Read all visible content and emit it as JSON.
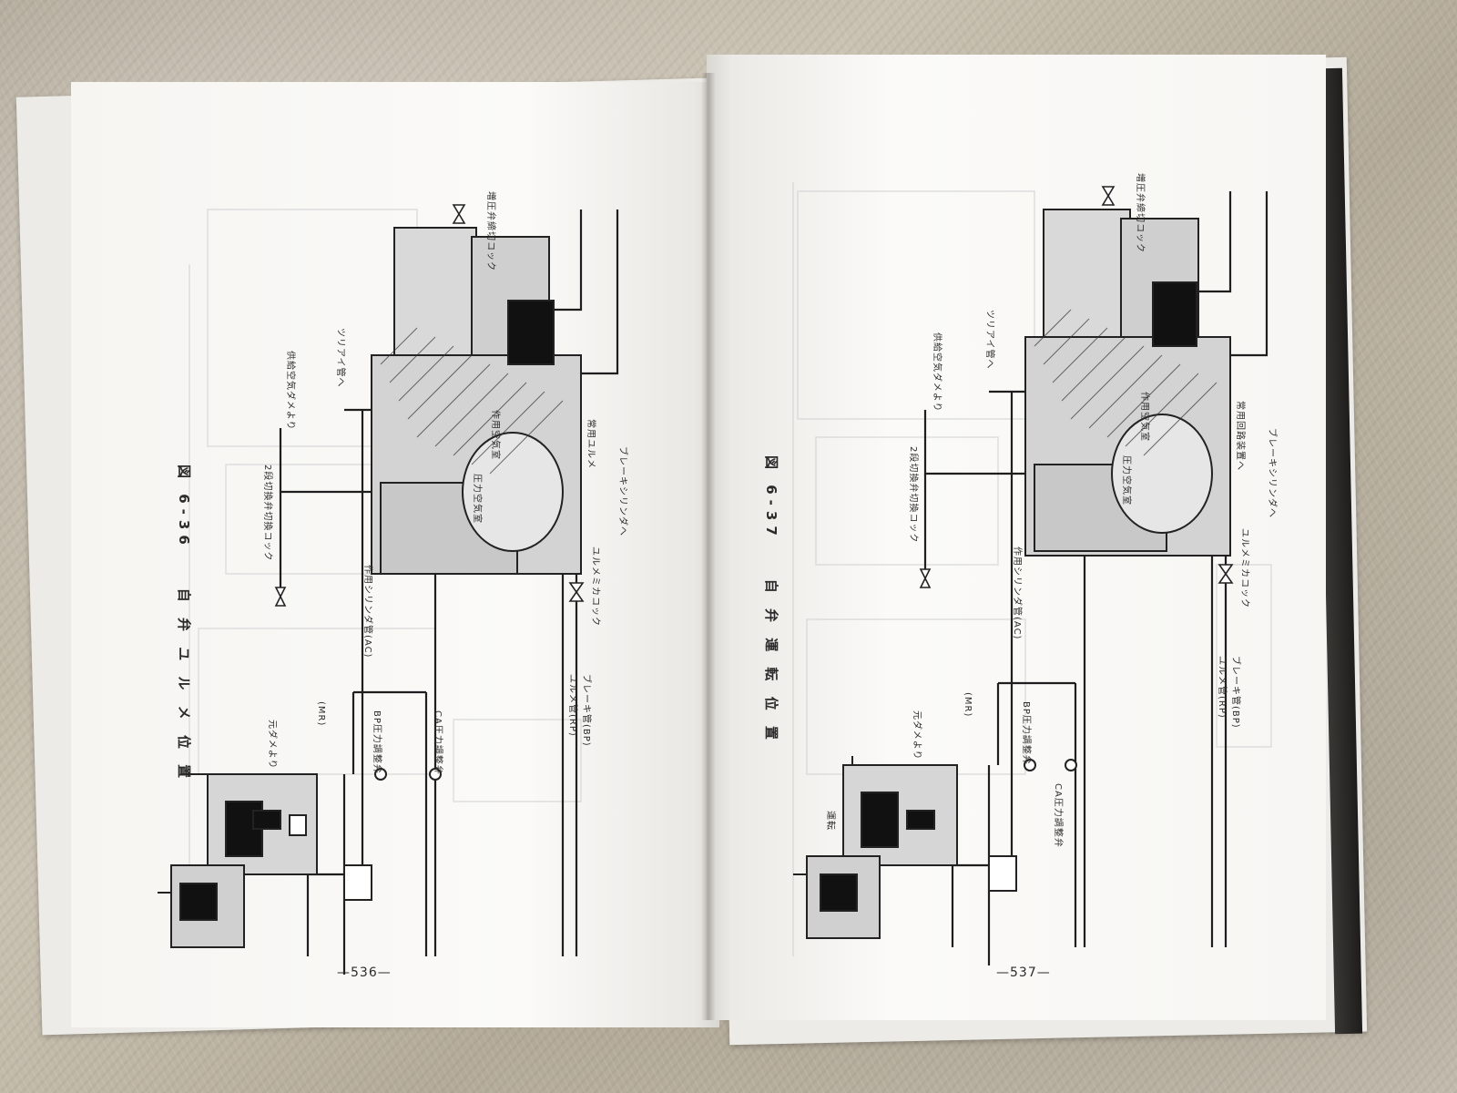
{
  "left_page": {
    "figure_title": "図 6-36　　自 弁 ユ ル メ 位 置",
    "page_number": "—536—",
    "labels": [
      "増圧弁締切コック",
      "ツリアイ管へ",
      "供給空気ダメより",
      "常用ユルメ",
      "2段切換弁切換コック",
      "作用シリンダ管(AC)",
      "ブレーキシリンダへ",
      "ユルメミカコック",
      "ブレーキ管(BP)",
      "ユルメ管(RP)",
      "元ダメより",
      "(MR)",
      "BP圧力調整弁",
      "CA圧力調整弁",
      "圧力空気室",
      "作用空気室"
    ]
  },
  "right_page": {
    "figure_title": "図 6-37　　自 弁 運 転 位 置",
    "page_number": "—537—",
    "labels": [
      "増圧弁締切コック",
      "ツリアイ管へ",
      "供給空気ダメより",
      "常用回路装置へ",
      "2段切換弁切換コック",
      "作用シリンダ管(AC)",
      "ブレーキシリンダへ",
      "ユルメミカコック",
      "ブレーキ管(BP)",
      "ユルメ管(RP)",
      "元ダメより",
      "(MR)",
      "BP圧力調整弁",
      "CA圧力調整弁",
      "運転",
      "圧力空気室",
      "作用空気室"
    ]
  }
}
